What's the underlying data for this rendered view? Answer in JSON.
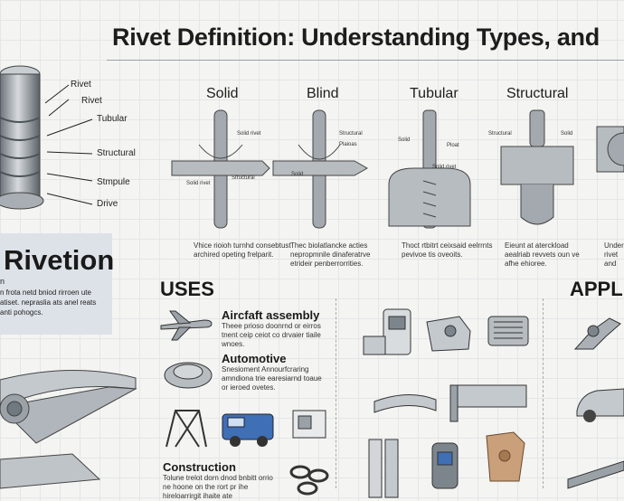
{
  "title": "Rivet Definition: Understanding Types, and",
  "left_rivet": {
    "callouts": [
      "Rivet",
      "Rivet",
      "Tubular",
      "Structural",
      "Stmpule",
      "Drive"
    ]
  },
  "types": [
    {
      "label": "Solid",
      "caption": "Vhice rioioh turnhd consebtust archired opeting frelparit.",
      "tags": [
        "Solid rivet",
        "Structural",
        "Solid rivet"
      ]
    },
    {
      "label": "Blind",
      "caption": "Thec biolatlancke acties nepropmnile dinaferatrve etrideir penberrorrities.",
      "tags": [
        "Structural",
        "Plaioas",
        "Solid"
      ]
    },
    {
      "label": "Tubular",
      "caption": "Thoct rtbitrt ceixsaid eelrrnts pevivoe tis oveoits.",
      "tags": [
        "Solid",
        "Ploat",
        "Solid rivet"
      ]
    },
    {
      "label": "Structural",
      "caption": "Eieunt at aterckload aealriab revvets oun ve afhe ehioree.",
      "tags": [
        "Structural",
        "Solid"
      ]
    },
    {
      "label": "",
      "caption": "Under rivet and scal",
      "tags": []
    }
  ],
  "rivetion": {
    "heading": "Rivetion",
    "sub": "n",
    "text": "n frota netd bniod rirroen ute atiset. nepraslia ats anel reats anti pohogcs."
  },
  "uses": {
    "heading": "USES",
    "items": [
      {
        "title": "Aircfaft assembly",
        "desc": "Theee prioso doonrnd or eirros tnent ceip ceiot co drvaier tiaile wnoes."
      },
      {
        "title": "Automotive",
        "desc": "Snesioment Annourfcraring amndiona trie earesiarnd toaue or ieroed ovetes."
      },
      {
        "title": "Construction",
        "desc": "Tolune trelot dorn dnod bnbitt orrio ne hoone on the rort pr ihe hireloarrirgit ihaite ate"
      }
    ]
  },
  "applications": {
    "heading": "APPL"
  },
  "colors": {
    "metal": "#8c9399",
    "metal_dark": "#4f565c",
    "blue": "#3f6fb5",
    "panel": "#dde2e8"
  }
}
